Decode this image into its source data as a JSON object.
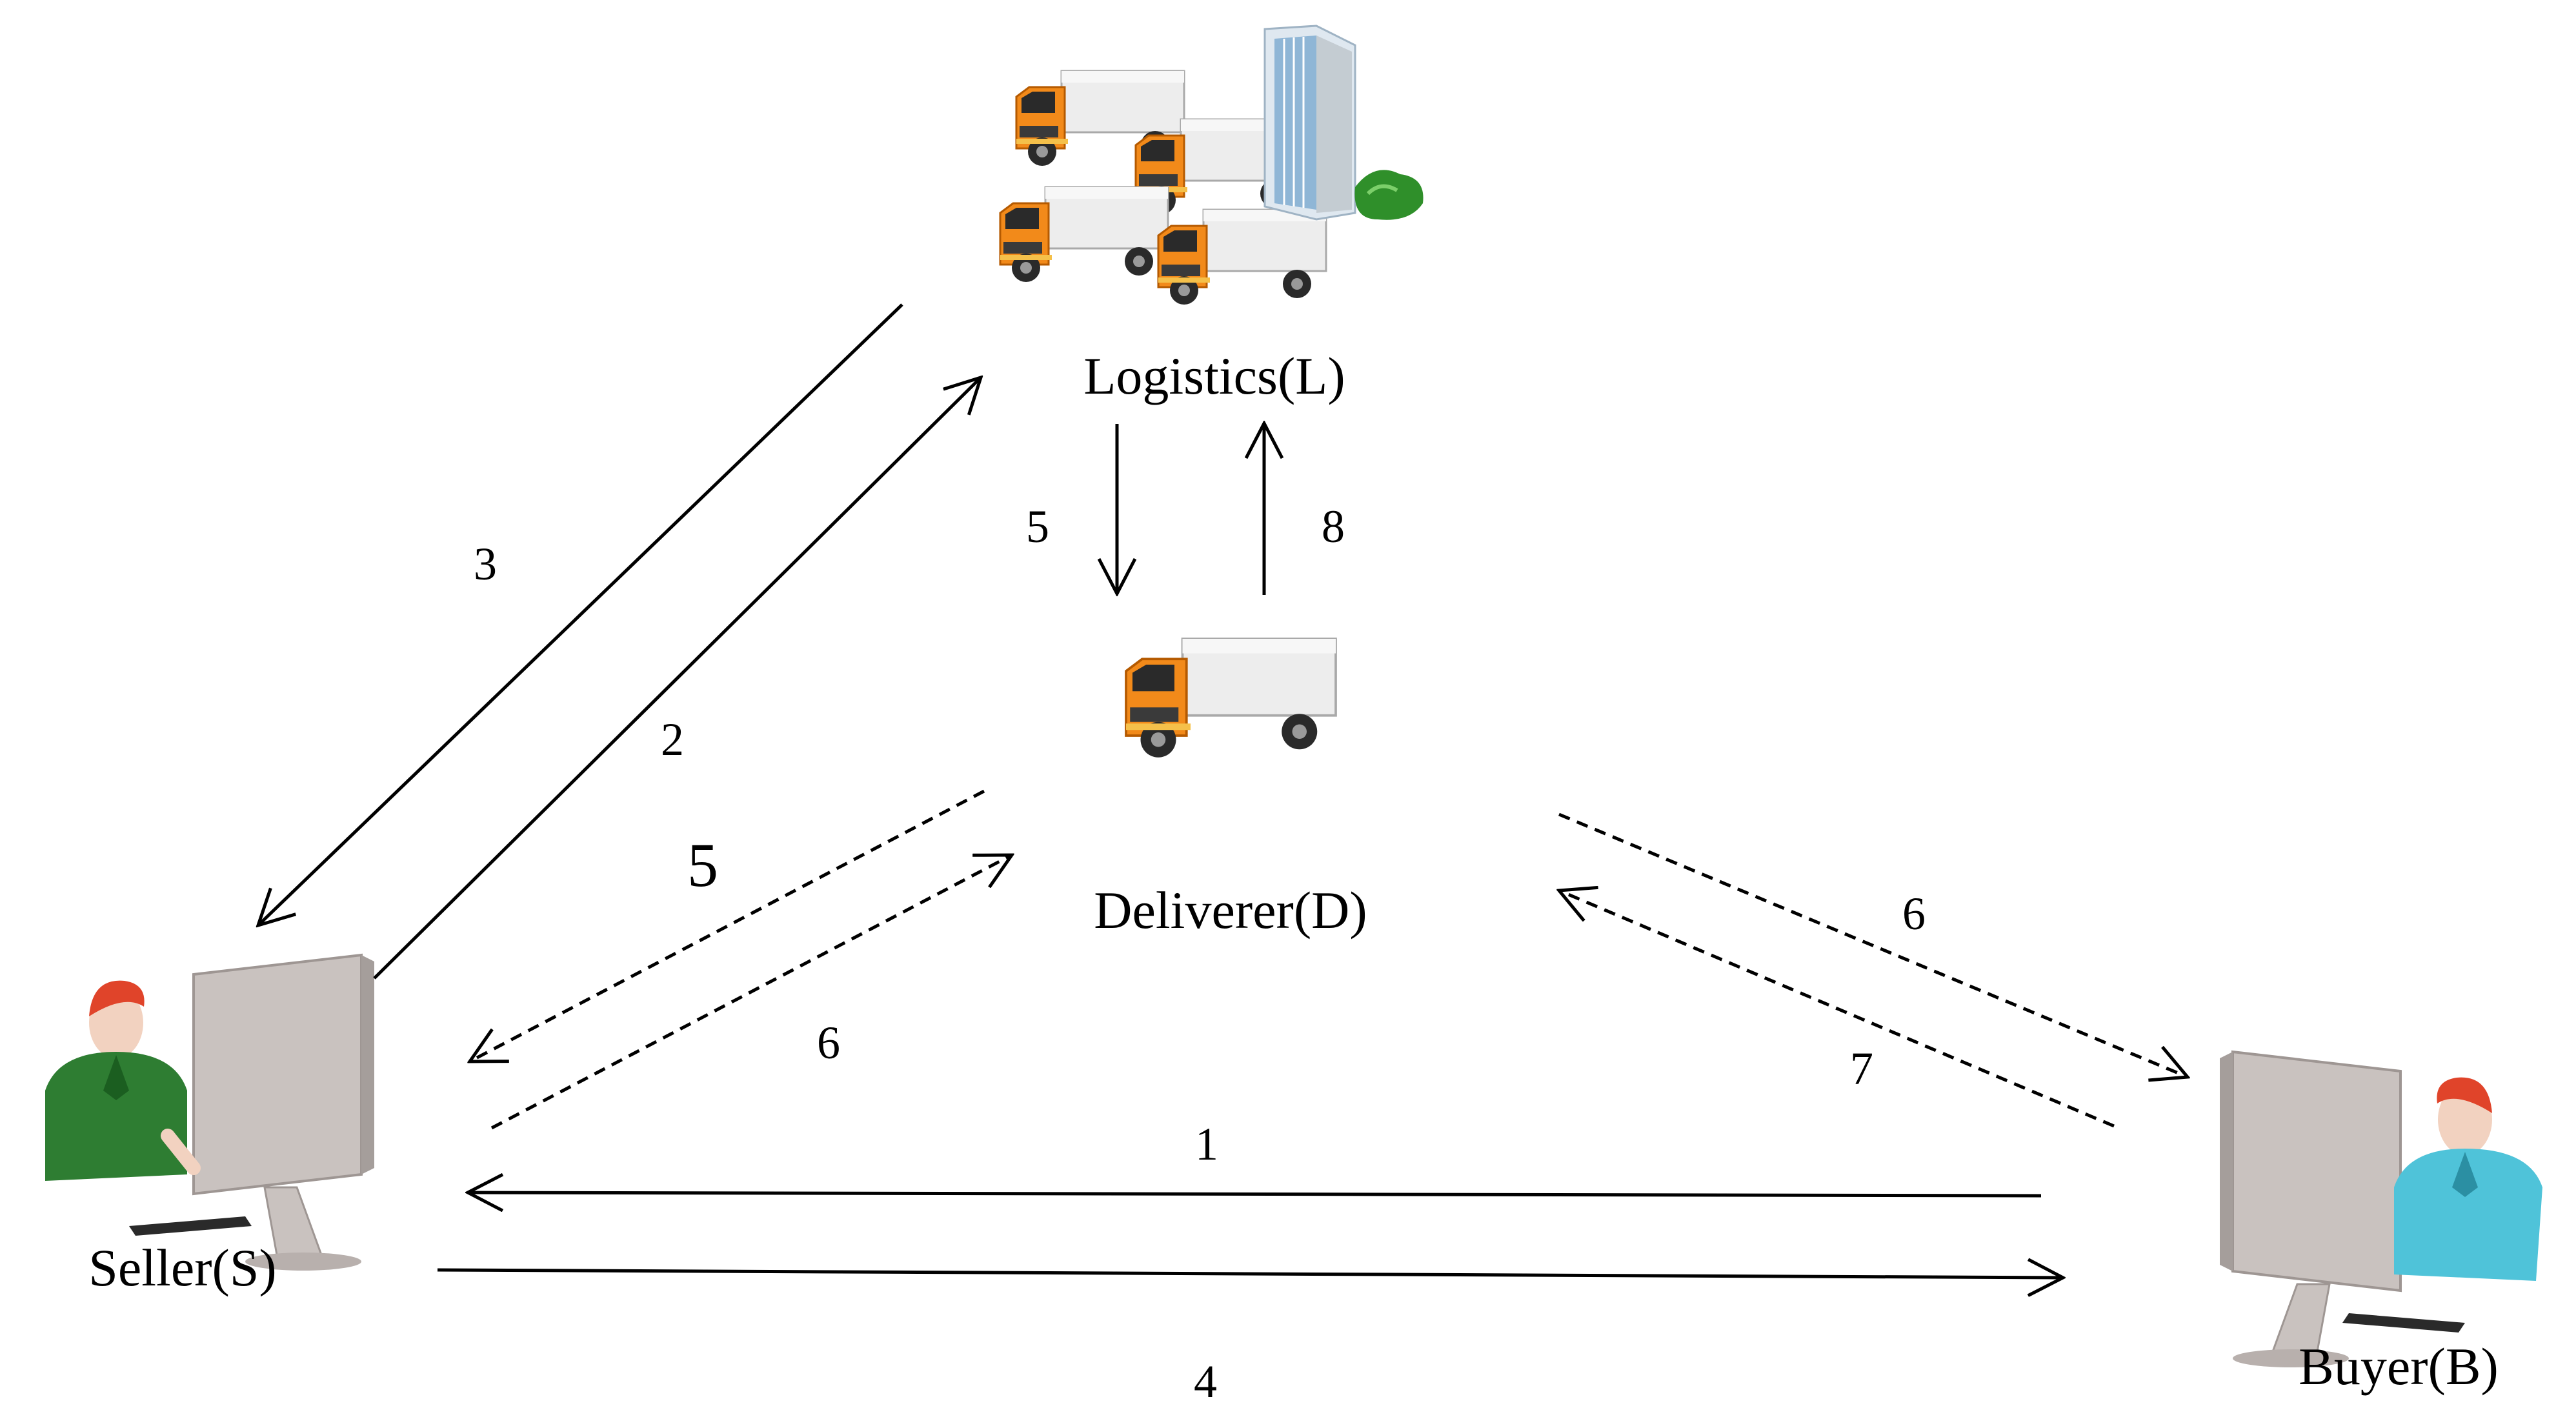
{
  "nodes": {
    "logistics": {
      "label": "Logistics(L)"
    },
    "deliverer": {
      "label": "Deliverer(D)"
    },
    "seller": {
      "label": "Seller(S)"
    },
    "buyer": {
      "label": "Buyer(B)"
    }
  },
  "edges": {
    "e1_buyer_to_seller": {
      "label": "1",
      "style": "solid"
    },
    "e2_seller_to_logistics": {
      "label": "2",
      "style": "solid"
    },
    "e3_logistics_to_seller": {
      "label": "3",
      "style": "solid"
    },
    "e4_seller_to_buyer": {
      "label": "4",
      "style": "solid"
    },
    "e5_logistics_to_deliverer": {
      "label": "5",
      "style": "solid"
    },
    "e5_deliverer_to_seller": {
      "label": "5",
      "style": "dashed"
    },
    "e6_seller_to_deliverer": {
      "label": "6",
      "style": "dashed"
    },
    "e6_deliverer_to_buyer": {
      "label": "6",
      "style": "dashed"
    },
    "e7_buyer_to_deliverer": {
      "label": "7",
      "style": "dashed"
    },
    "e8_deliverer_to_logistics": {
      "label": "8",
      "style": "solid"
    }
  },
  "colors": {
    "truck_cab": "#f28a1a",
    "truck_box": "#e6e6e6",
    "building": "#cfe0ee",
    "tree": "#2f8f2a",
    "seller_shirt": "#2e7d32",
    "buyer_shirt": "#4fc3d9",
    "hair": "#e0442a",
    "monitor": "#b8b0ad"
  }
}
